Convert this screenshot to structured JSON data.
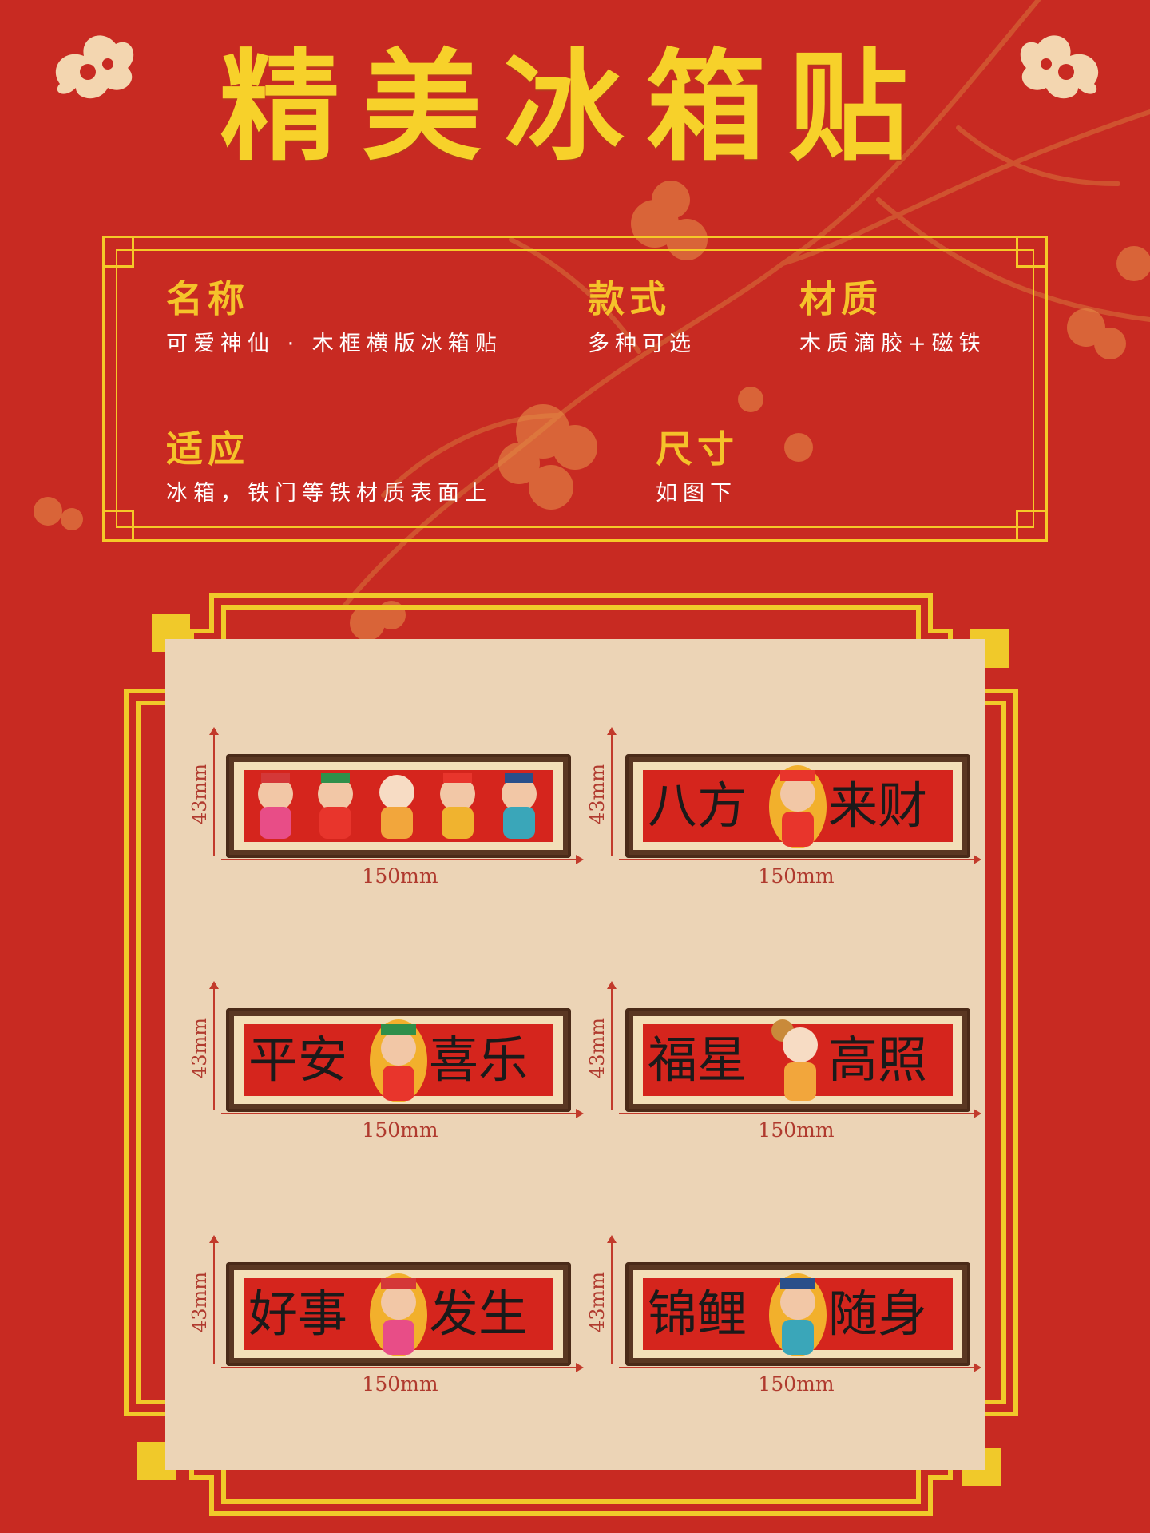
{
  "title": "精美冰箱贴",
  "info": {
    "name_label": "名称",
    "name_value": "可爱神仙 · 木框横版冰箱贴",
    "style_label": "款式",
    "style_value": "多种可选",
    "material_label": "材质",
    "material_value": "木质滴胶+磁铁",
    "usage_label": "适应",
    "usage_value": "冰箱，铁门等铁材质表面上",
    "size_label": "尺寸",
    "size_value": "如图下"
  },
  "stickers": [
    {
      "left_text": "",
      "right_text": "",
      "height": "43mm",
      "width": "150mm"
    },
    {
      "left_text": "八方",
      "right_text": "来财",
      "height": "43mm",
      "width": "150mm"
    },
    {
      "left_text": "平安",
      "right_text": "喜乐",
      "height": "43mm",
      "width": "150mm"
    },
    {
      "left_text": "福星",
      "right_text": "高照",
      "height": "43mm",
      "width": "150mm"
    },
    {
      "left_text": "好事",
      "right_text": "发生",
      "height": "43mm",
      "width": "150mm"
    },
    {
      "left_text": "锦鲤",
      "right_text": "随身",
      "height": "43mm",
      "width": "150mm"
    }
  ],
  "colors": {
    "background": "#c82a22",
    "gold": "#f5c928",
    "panel": "#ecd4b6",
    "sticker_red": "#d5251d",
    "wood": "#5a3722"
  }
}
